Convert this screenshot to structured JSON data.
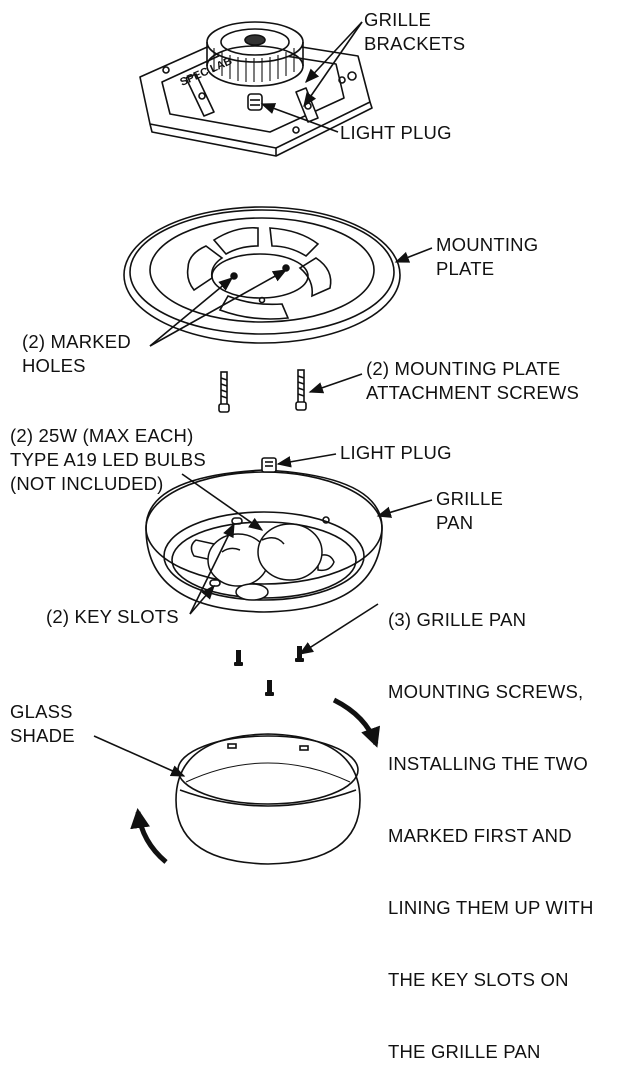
{
  "labels": {
    "grille_brackets": [
      "GRILLE",
      "BRACKETS"
    ],
    "light_plug_top": "LIGHT PLUG",
    "mounting_plate": [
      "MOUNTING",
      "PLATE"
    ],
    "marked_holes": [
      "(2) MARKED",
      "HOLES"
    ],
    "attachment_screws": [
      "(2) MOUNTING PLATE",
      "ATTACHMENT SCREWS"
    ],
    "bulbs": [
      "(2) 25W (MAX EACH)",
      "TYPE A19 LED BULBS",
      "(NOT INCLUDED)"
    ],
    "light_plug_mid": "LIGHT PLUG",
    "grille_pan": [
      "GRILLE",
      "PAN"
    ],
    "key_slots": "(2) KEY SLOTS",
    "pan_screws": [
      "(3) GRILLE PAN",
      "MOUNTING SCREWS,",
      "INSTALLING THE TWO",
      "MARKED FIRST AND",
      "LINING THEM UP WITH",
      "THE KEY SLOTS ON",
      "THE GRILLE PAN"
    ],
    "glass_shade": [
      "GLASS",
      "SHADE"
    ]
  },
  "housing_marking": "SPEC LAB"
}
